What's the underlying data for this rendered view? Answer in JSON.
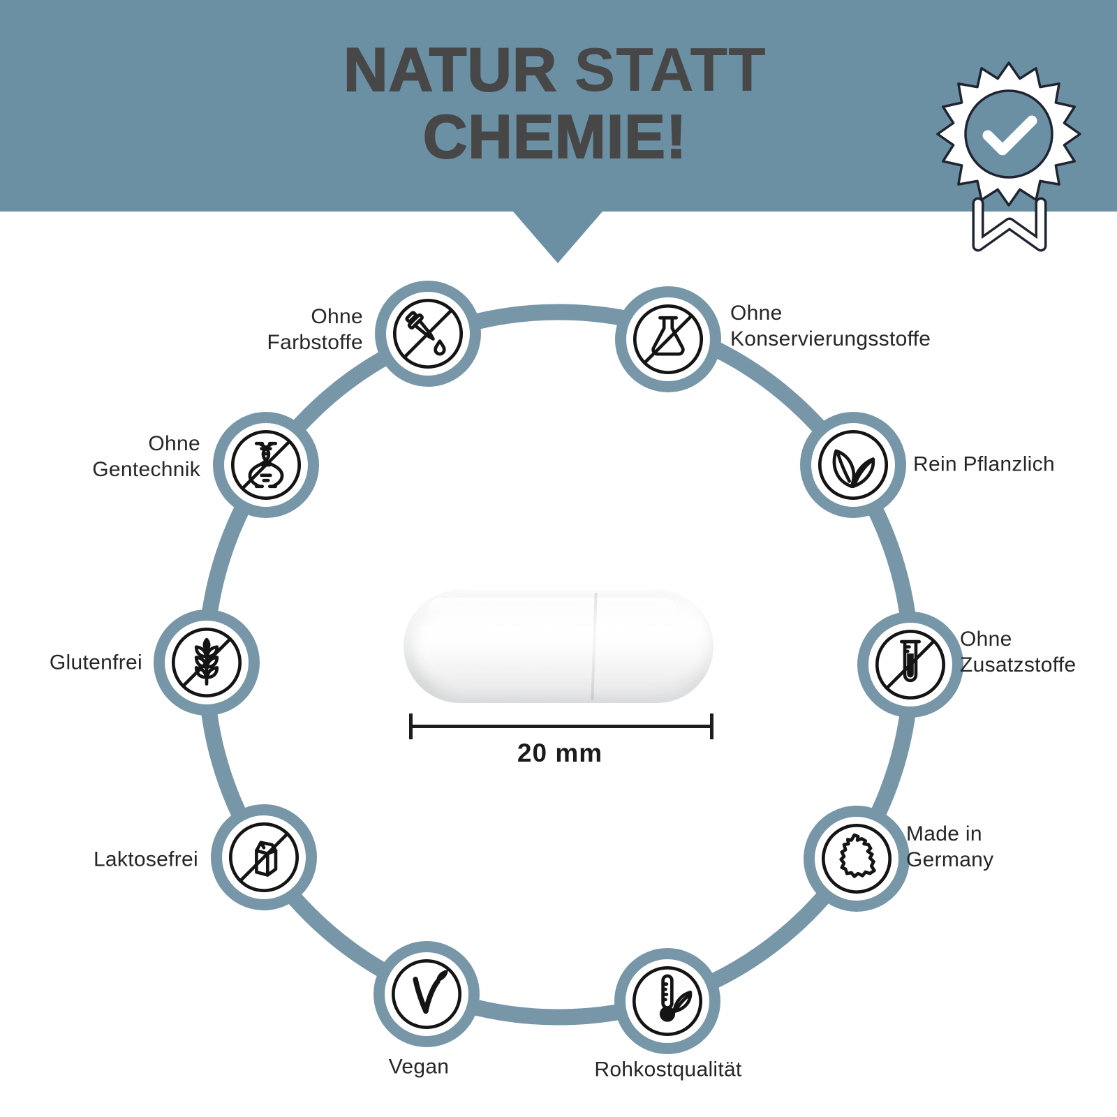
{
  "header": {
    "title_word1": "NATUR",
    "title_word2": "STATT",
    "title_line2": "CHEMIE!"
  },
  "badge": {
    "icon": "seal-checkmark-ribbon"
  },
  "capsule": {
    "measure_label": "20 mm"
  },
  "features": [
    {
      "id": "ohne-farbstoffe",
      "line1": "Ohne",
      "line2": "Farbstoffe",
      "icon": "dropper-crossed-icon",
      "crossed": true
    },
    {
      "id": "ohne-konservierungsstoffe",
      "line1": "Ohne",
      "line2": "Konservierungsstoffe",
      "icon": "flask-crossed-icon",
      "crossed": true
    },
    {
      "id": "rein-pflanzlich",
      "line1": "Rein Pflanzlich",
      "line2": "",
      "icon": "leaves-icon",
      "crossed": false
    },
    {
      "id": "ohne-zusatzstoffe",
      "line1": "Ohne",
      "line2": "Zusatzstoffe",
      "icon": "test-tube-crossed-icon",
      "crossed": true
    },
    {
      "id": "made-in-germany",
      "line1": "Made in",
      "line2": "Germany",
      "icon": "germany-map-icon",
      "crossed": false
    },
    {
      "id": "rohkostqualitaet",
      "line1": "Rohkostqualität",
      "line2": "",
      "icon": "thermometer-leaf-icon",
      "crossed": false
    },
    {
      "id": "vegan",
      "line1": "Vegan",
      "line2": "",
      "icon": "vegan-v-leaf-icon",
      "crossed": false
    },
    {
      "id": "laktosefrei",
      "line1": "Laktosefrei",
      "line2": "",
      "icon": "milk-carton-crossed-icon",
      "crossed": true
    },
    {
      "id": "glutenfrei",
      "line1": "Glutenfrei",
      "line2": "",
      "icon": "wheat-crossed-icon",
      "crossed": true
    },
    {
      "id": "ohne-gentechnik",
      "line1": "Ohne",
      "line2": "Gentechnik",
      "icon": "dna-crossed-icon",
      "crossed": true
    }
  ],
  "colors": {
    "header_bg": "#6b8fa3",
    "ring": "#7796a8",
    "icon_stroke": "#141414",
    "title_text": "#474747",
    "label_text": "#262626",
    "background": "#ffffff"
  }
}
